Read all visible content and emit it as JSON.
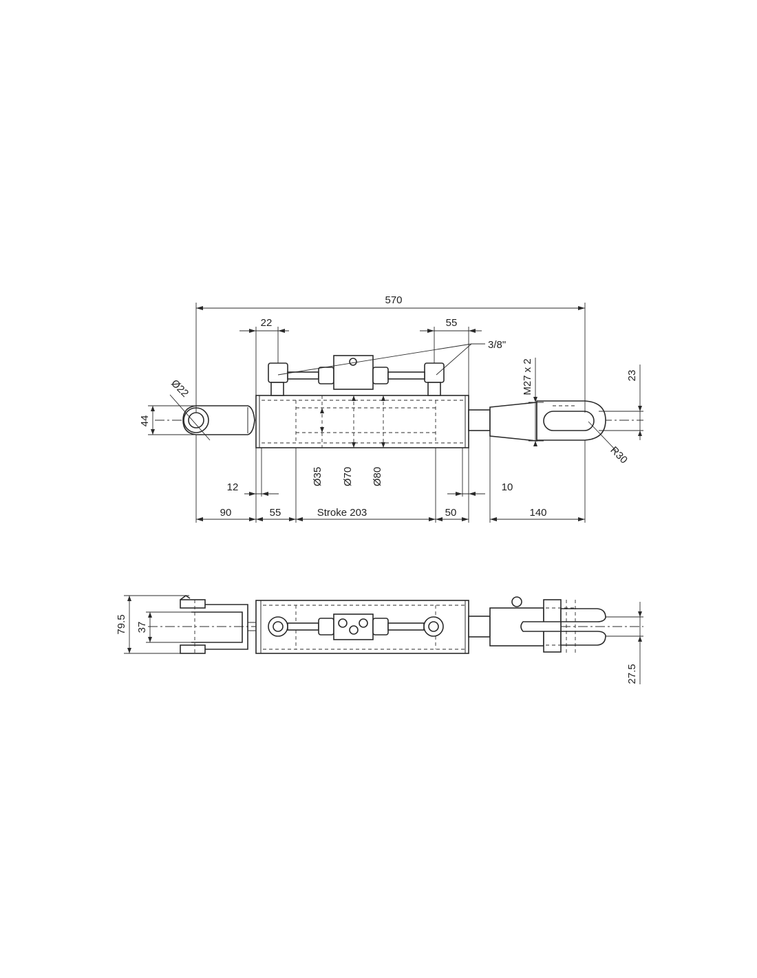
{
  "dimensions": {
    "overall_length": "570",
    "port_offset_left": "22",
    "port_offset_right": "55",
    "port_thread": "3/8\"",
    "pin_diameter": "Ø22",
    "eye_height": "44",
    "rod_thread": "M27 x 2",
    "slot_offset": "23",
    "end_radius": "R30",
    "rod_diameter": "Ø35",
    "bore_diameter": "Ø70",
    "outer_diameter": "Ø80",
    "collar_left": "12",
    "collar_right": "10",
    "seg_eye": "90",
    "seg_base": "55",
    "seg_stroke": "Stroke 203",
    "seg_head": "50",
    "seg_clevis": "140",
    "clevis_outer": "79.5",
    "clevis_inner": "37",
    "clevis_offset": "27.5"
  }
}
